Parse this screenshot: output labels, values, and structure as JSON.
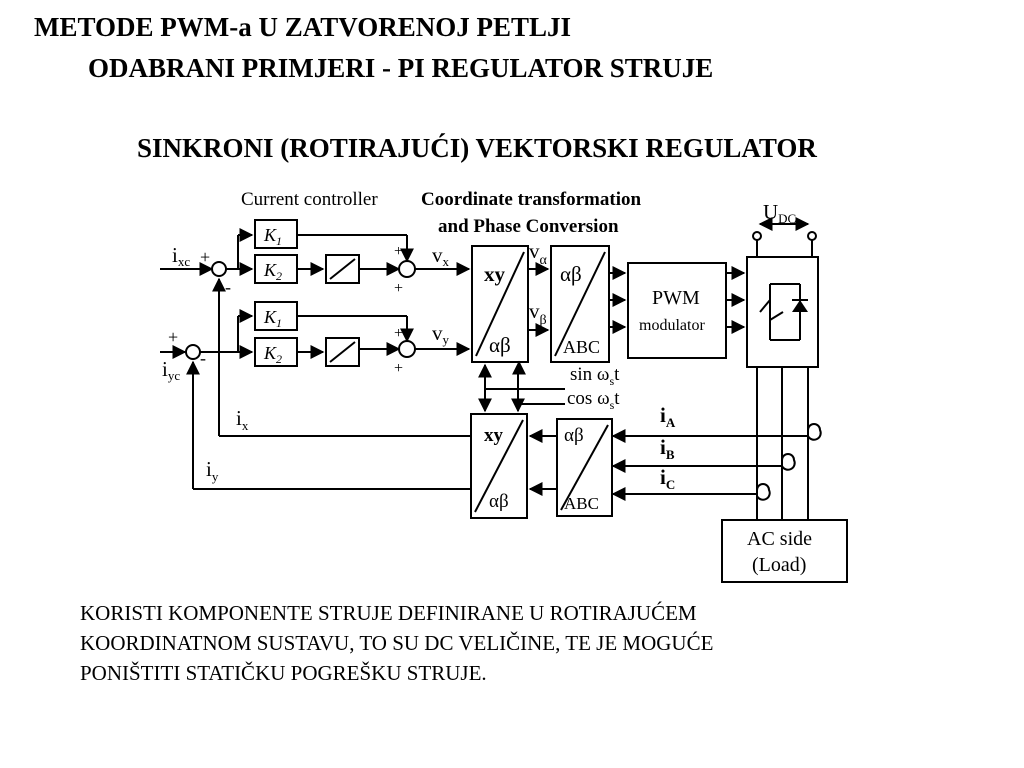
{
  "slide": {
    "title_line1": "METODE PWM-a U ZATVORENOJ PETLJI",
    "title_line2": "ODABRANI PRIMJERI - PI REGULATOR STRUJE",
    "subtitle": "SINKRONI (ROTIRAJUĆI) VEKTORSKI REGULATOR",
    "body_lines": [
      "KORISTI KOMPONENTE STRUJE DEFINIRANE U ROTIRAJUĆEM",
      "KOORDINATNOM SUSTAVU, TO SU DC VELIČINE, TE JE MOGUĆE",
      "PONIŠTITI STATIČKU POGREŠKU STRUJE."
    ]
  },
  "diagram": {
    "labels": {
      "current_controller": "Current controller",
      "coord_transform_1": "Coordinate transformation",
      "coord_transform_2": "and Phase Conversion",
      "k1": "K",
      "k1_sub": "1",
      "k2": "K",
      "k2_sub": "2",
      "ixc": "i",
      "ixc_sub": "xc",
      "iyc": "i",
      "iyc_sub": "yc",
      "ix": "i",
      "ix_sub": "x",
      "iy": "i",
      "iy_sub": "y",
      "vx": "v",
      "vx_sub": "x",
      "vy": "v",
      "vy_sub": "y",
      "valpha": "v",
      "valpha_sub": "α",
      "vbeta": "v",
      "vbeta_sub": "β",
      "xy": "xy",
      "alphabeta": "αβ",
      "abc": "ABC",
      "pwm_1": "PWM",
      "pwm_2": "modulator",
      "udc": "U",
      "udc_sub": "DC",
      "sin": "sin ω",
      "sin_sub": "s",
      "sin_t": "t",
      "cos": "cos ω",
      "cos_sub": "s",
      "cos_t": "t",
      "iA": "i",
      "iA_sub": "A",
      "iB": "i",
      "iB_sub": "B",
      "iC": "i",
      "iC_sub": "C",
      "ac_side_1": "AC side",
      "ac_side_2": "(Load)",
      "plus": "+",
      "minus": "-"
    }
  }
}
